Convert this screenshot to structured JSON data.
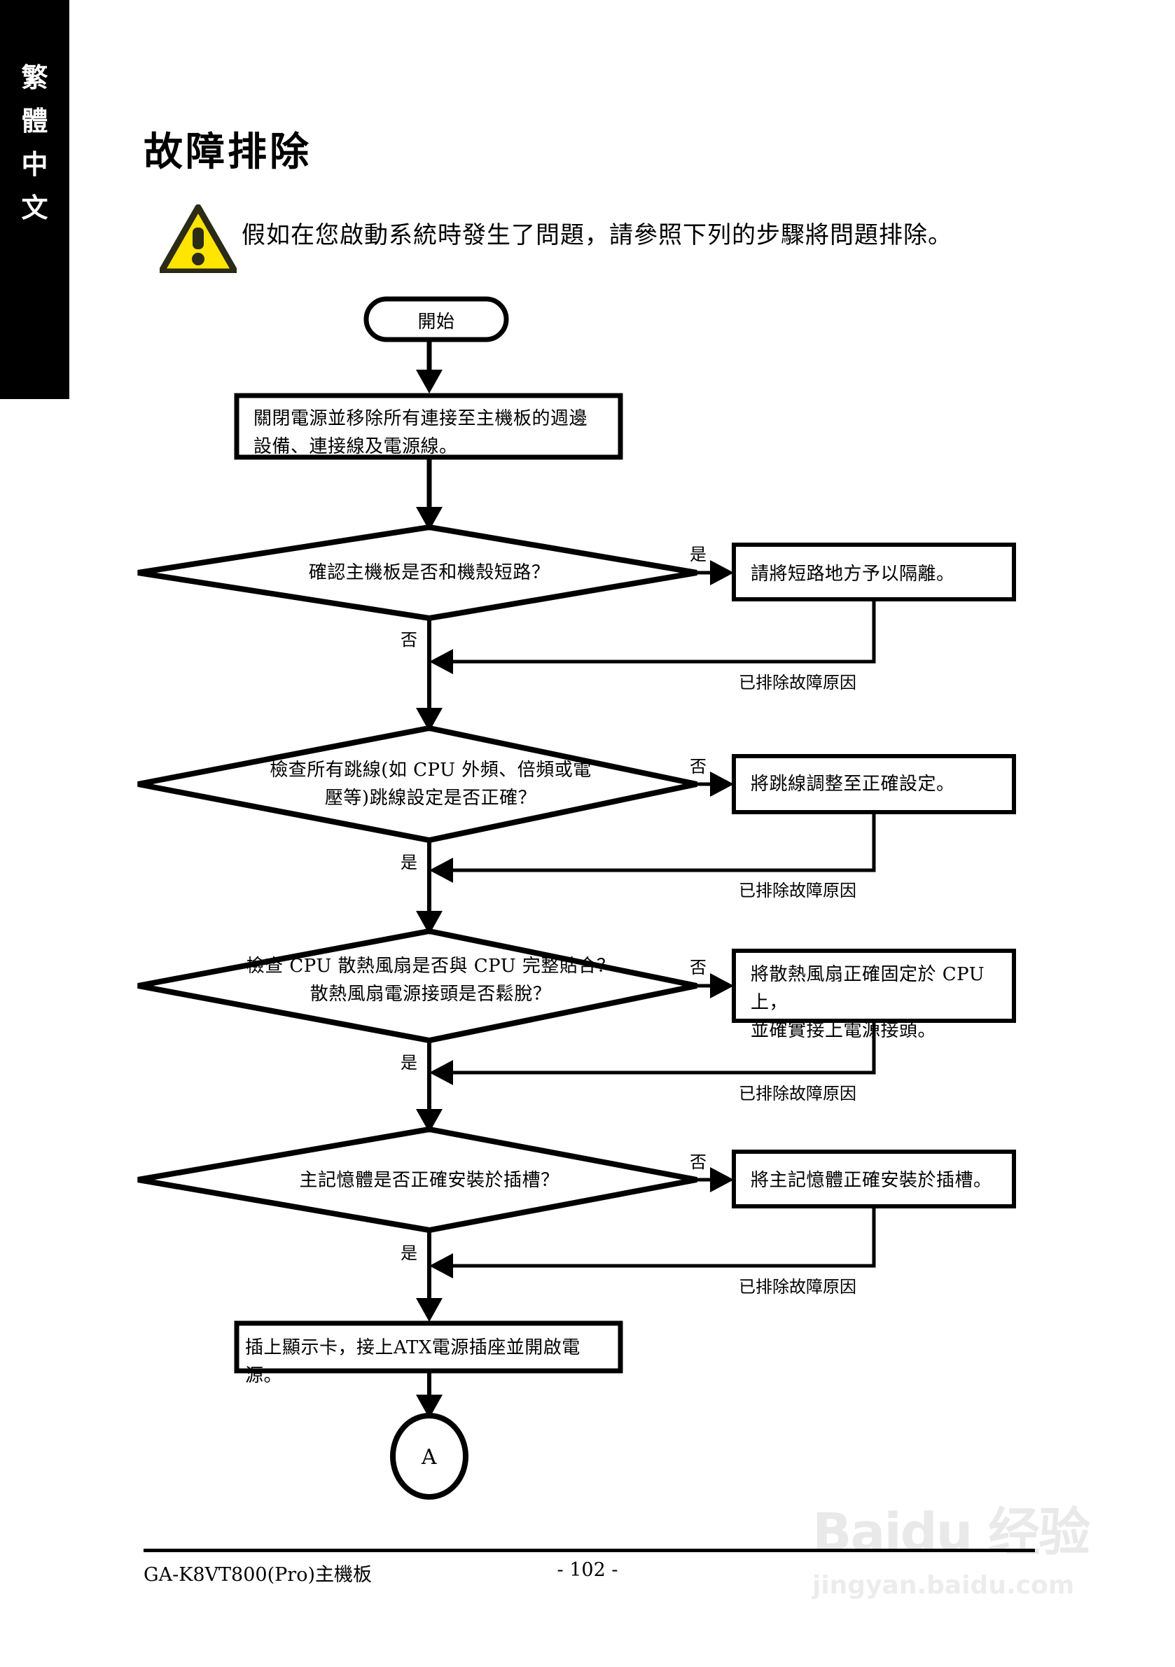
{
  "sidebar": {
    "chars": [
      "繁",
      "體",
      "中",
      "文"
    ]
  },
  "header": {
    "title": "故障排除",
    "warning_icon": "warning-triangle-icon",
    "warning_text": "假如在您啟動系統時發生了問題，請參照下列的步驟將問題排除。"
  },
  "flowchart": {
    "start": {
      "label": "開始"
    },
    "steps": [
      {
        "id": "prep",
        "type": "process",
        "text": "關閉電源並移除所有連接至主機板的週邊\n設備、連接線及電源線。"
      },
      {
        "id": "d1",
        "type": "decision",
        "text": "確認主機板是否和機殼短路？",
        "branch_label": "是",
        "fallthrough_label": "否",
        "action_text": "請將短路地方予以隔離。",
        "return_label": "已排除故障原因"
      },
      {
        "id": "d2",
        "type": "decision",
        "text": "檢查所有跳線(如 CPU 外頻、倍頻或電\n壓等)跳線設定是否正確？",
        "branch_label": "否",
        "fallthrough_label": "是",
        "action_text": "將跳線調整至正確設定。",
        "return_label": "已排除故障原因"
      },
      {
        "id": "d3",
        "type": "decision",
        "text": "檢查 CPU 散熱風扇是否與 CPU 完整貼合？\n散熱風扇電源接頭是否鬆脫？",
        "branch_label": "否",
        "fallthrough_label": "是",
        "action_text": "將散熱風扇正確固定於 CPU 上，\n並確實接上電源接頭。",
        "return_label": "已排除故障原因"
      },
      {
        "id": "d4",
        "type": "decision",
        "text": "主記憶體是否正確安裝於插槽？",
        "branch_label": "否",
        "fallthrough_label": "是",
        "action_text": "將主記憶體正確安裝於插槽。",
        "return_label": "已排除故障原因"
      },
      {
        "id": "final",
        "type": "process",
        "text": "插上顯示卡，接上ATX電源插座並開啟電源。"
      }
    ],
    "connector": {
      "label": "A"
    }
  },
  "footer": {
    "model": "GA-K8VT800(Pro)主機板",
    "page_number": "- 102 -"
  },
  "watermark": {
    "main": "Baidu 经验",
    "sub": "jingyan.baidu.com"
  },
  "colors": {
    "warning_yellow": "#FFE500",
    "warning_outline": "#2B2B16",
    "line": "#000000",
    "sidebar_bg": "#000000"
  }
}
